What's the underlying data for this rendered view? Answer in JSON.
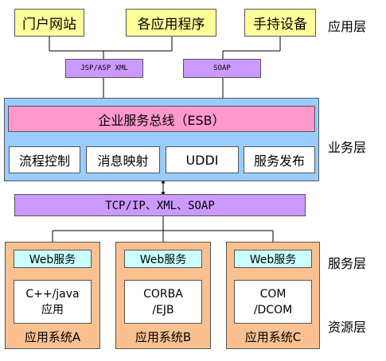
{
  "apps": [
    "门户网站",
    "各应用程序",
    "手持设备"
  ],
  "protocols": {
    "left": "JSP/ASP XML",
    "right": "SOAP"
  },
  "layers": {
    "application": "应用层",
    "business": "业务层",
    "service": "服务层",
    "resource": "资源层"
  },
  "esb": "企业服务总线（ESB）",
  "services": [
    "流程控制",
    "消息映射",
    "UDDI",
    "服务发布"
  ],
  "transport": "TCP/IP、XML、SOAP",
  "systems": [
    {
      "web": "Web服务",
      "tech_line1": "C++/java",
      "tech_line2": "应用",
      "name": "应用系统A"
    },
    {
      "web": "Web服务",
      "tech_line1": "CORBA",
      "tech_line2": "/EJB",
      "name": "应用系统B"
    },
    {
      "web": "Web服务",
      "tech_line1": "COM",
      "tech_line2": "/DCOM",
      "name": "应用系统C"
    }
  ],
  "colors": {
    "app": "#ffff99",
    "protocol": "#cc99ff",
    "bus_panel": "#99ccff",
    "esb": "#ff99cc",
    "resource_panel": "#fac090",
    "web_service": "#ccffff"
  }
}
